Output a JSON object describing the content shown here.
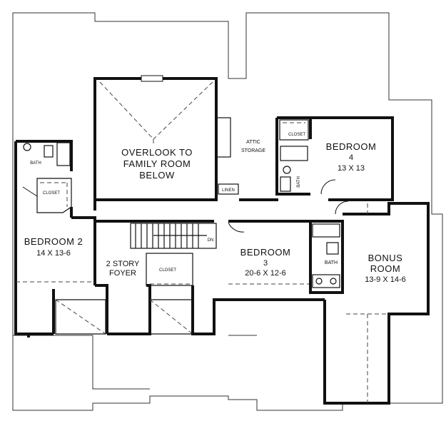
{
  "rooms": {
    "overlook_line1": "OVERLOOK TO",
    "overlook_line2": "FAMILY ROOM",
    "overlook_line3": "BELOW",
    "attic_line1": "ATTIC",
    "attic_line2": "STORAGE",
    "bedroom4_name": "BEDROOM",
    "bedroom4_num": "4",
    "bedroom4_dims": "13 X 13",
    "bedroom2_name": "BEDROOM 2",
    "bedroom2_dims": "14 X 13-6",
    "foyer_line1": "2 STORY",
    "foyer_line2": "FOYER",
    "bedroom3_name": "BEDROOM",
    "bedroom3_num": "3",
    "bedroom3_dims": "20-6 X 12-6",
    "bonus_line1": "BONUS",
    "bonus_line2": "ROOM",
    "bonus_dims": "13-9 X 14-6",
    "bath_left": "BATH",
    "bath_right": "BATH",
    "bath_bed4": "BATH",
    "closet_left": "CLOSET",
    "closet_bed4": "CLOSET",
    "closet_foyer": "CLOSET",
    "linen": "LINEN",
    "stair_dn": "DN"
  },
  "colors": {
    "wall": "#111111",
    "background": "#ffffff"
  }
}
